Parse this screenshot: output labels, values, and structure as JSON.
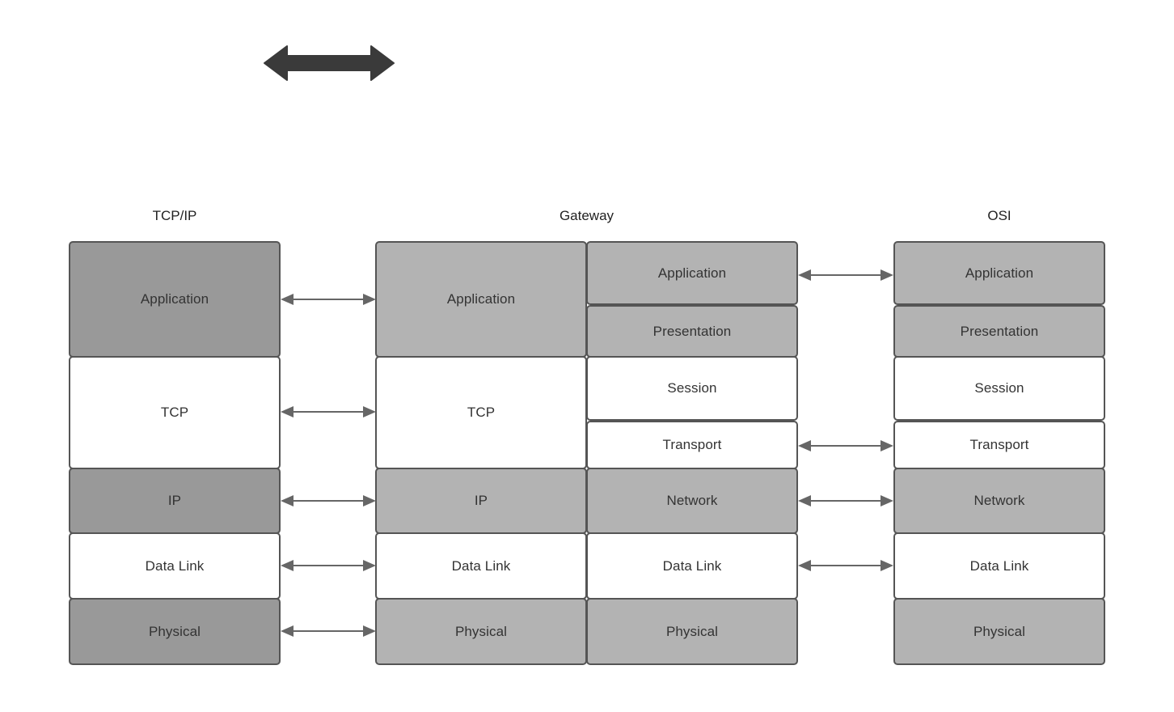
{
  "diagram": {
    "title_tcpip": "TCP/IP",
    "title_gateway": "Gateway",
    "title_osi": "OSI",
    "colors": {
      "fill_dark": "#999999",
      "fill_mid": "#b3b3b3",
      "fill_white": "#ffffff",
      "stroke": "#555555",
      "text": "#333333",
      "heading_text": "#222222",
      "arrow": "#666666",
      "big_arrow": "#3a3a3a"
    },
    "top_arrow": {
      "name": "bidirectional-arrow",
      "direction": "both"
    },
    "columns": [
      {
        "id": "tcpip",
        "label": "TCP/IP",
        "layers": [
          {
            "label": "Application",
            "fill": "dark"
          },
          {
            "label": "TCP",
            "fill": "white"
          },
          {
            "label": "IP",
            "fill": "dark"
          },
          {
            "label": "Data Link",
            "fill": "white"
          },
          {
            "label": "Physical",
            "fill": "dark"
          }
        ]
      },
      {
        "id": "gateway-left",
        "label": "Gateway",
        "layers": [
          {
            "label": "Application",
            "fill": "mid"
          },
          {
            "label": "TCP",
            "fill": "white"
          },
          {
            "label": "IP",
            "fill": "mid"
          },
          {
            "label": "Data Link",
            "fill": "white"
          },
          {
            "label": "Physical",
            "fill": "mid"
          }
        ]
      },
      {
        "id": "gateway-right",
        "label": "Gateway",
        "layers": [
          {
            "label": "Application",
            "fill": "mid"
          },
          {
            "label": "Presentation",
            "fill": "mid"
          },
          {
            "label": "Session",
            "fill": "white"
          },
          {
            "label": "Transport",
            "fill": "white"
          },
          {
            "label": "Network",
            "fill": "mid"
          },
          {
            "label": "Data Link",
            "fill": "white"
          },
          {
            "label": "Physical",
            "fill": "mid"
          }
        ]
      },
      {
        "id": "osi",
        "label": "OSI",
        "layers": [
          {
            "label": "Application",
            "fill": "mid"
          },
          {
            "label": "Presentation",
            "fill": "mid"
          },
          {
            "label": "Session",
            "fill": "white"
          },
          {
            "label": "Transport",
            "fill": "white"
          },
          {
            "label": "Network",
            "fill": "mid"
          },
          {
            "label": "Data Link",
            "fill": "white"
          },
          {
            "label": "Physical",
            "fill": "mid"
          }
        ]
      }
    ],
    "connectors_left": [
      {
        "from": "Application",
        "to": "Application"
      },
      {
        "from": "TCP",
        "to": "TCP"
      },
      {
        "from": "IP",
        "to": "IP"
      },
      {
        "from": "Data Link",
        "to": "Data Link"
      },
      {
        "from": "Physical",
        "to": "Physical"
      }
    ],
    "connectors_right": [
      {
        "from": "Application",
        "to": "Application"
      },
      {
        "from": "Transport",
        "to": "Transport"
      },
      {
        "from": "Network",
        "to": "Network"
      },
      {
        "from": "Data Link",
        "to": "Data Link"
      }
    ]
  }
}
